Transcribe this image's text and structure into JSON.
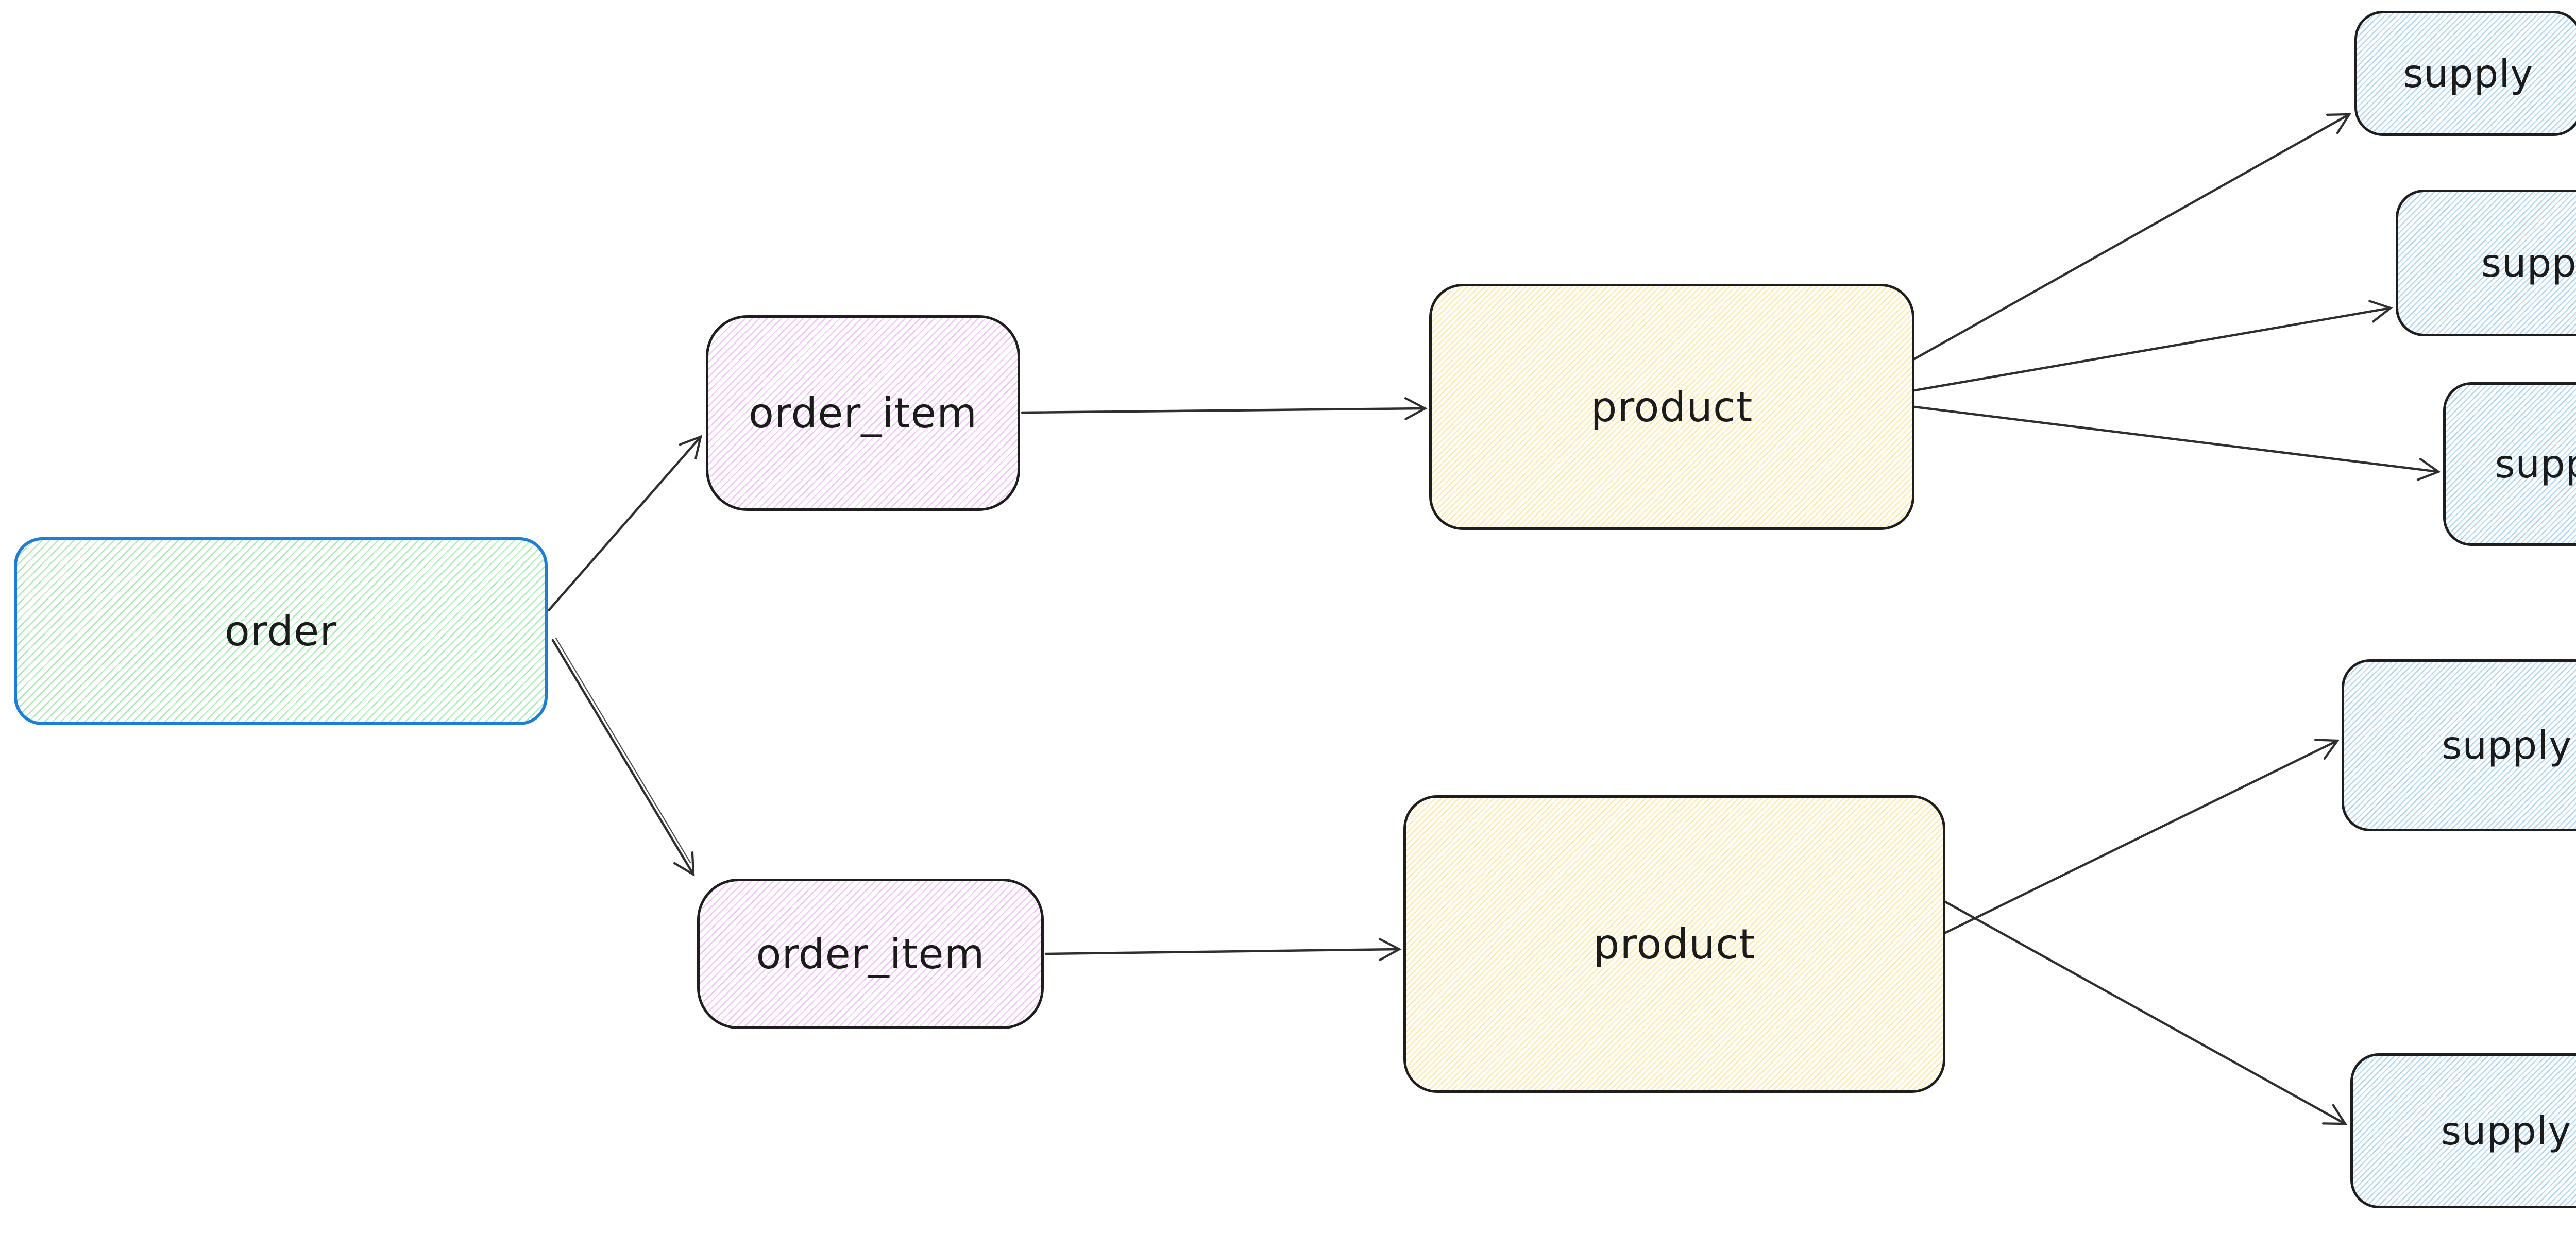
{
  "diagram": {
    "type": "entity-flow",
    "background": "#ffffff",
    "arrow_color": "#2f2f2f",
    "nodes": [
      {
        "id": "order",
        "label": "order",
        "stroke": "#1c7ed6",
        "hatch_color": "#8ce99a",
        "fill_style": "hachure"
      },
      {
        "id": "order_item_1",
        "label": "order_item",
        "stroke": "#1e1e1e",
        "hatch_color": "#eaa9f2",
        "fill_style": "hachure"
      },
      {
        "id": "order_item_2",
        "label": "order_item",
        "stroke": "#1e1e1e",
        "hatch_color": "#eaa9f2",
        "fill_style": "hachure"
      },
      {
        "id": "product_1",
        "label": "product",
        "stroke": "#1e1e1e",
        "hatch_color": "#ffe48a",
        "fill_style": "hachure"
      },
      {
        "id": "product_2",
        "label": "product",
        "stroke": "#1e1e1e",
        "hatch_color": "#ffe48a",
        "fill_style": "hachure"
      },
      {
        "id": "supply_1",
        "label": "supply",
        "stroke": "#1e1e1e",
        "hatch_color": "#a8d4f5",
        "fill_style": "hachure"
      },
      {
        "id": "supply_2",
        "label": "supply",
        "stroke": "#1e1e1e",
        "hatch_color": "#a8d4f5",
        "fill_style": "hachure"
      },
      {
        "id": "supply_3",
        "label": "supply",
        "stroke": "#1e1e1e",
        "hatch_color": "#a8d4f5",
        "fill_style": "hachure"
      },
      {
        "id": "supply_4",
        "label": "supply",
        "stroke": "#1e1e1e",
        "hatch_color": "#a8d4f5",
        "fill_style": "hachure"
      },
      {
        "id": "supply_5",
        "label": "supply",
        "stroke": "#1e1e1e",
        "hatch_color": "#a8d4f5",
        "fill_style": "hachure"
      }
    ],
    "edges": [
      {
        "from": "order",
        "to": "order_item_1"
      },
      {
        "from": "order",
        "to": "order_item_2"
      },
      {
        "from": "order_item_1",
        "to": "product_1"
      },
      {
        "from": "product_1",
        "to": "supply_1"
      },
      {
        "from": "product_1",
        "to": "supply_2"
      },
      {
        "from": "product_1",
        "to": "supply_3"
      },
      {
        "from": "order_item_2",
        "to": "product_2"
      },
      {
        "from": "product_2",
        "to": "supply_4"
      },
      {
        "from": "product_2",
        "to": "supply_5"
      }
    ]
  }
}
